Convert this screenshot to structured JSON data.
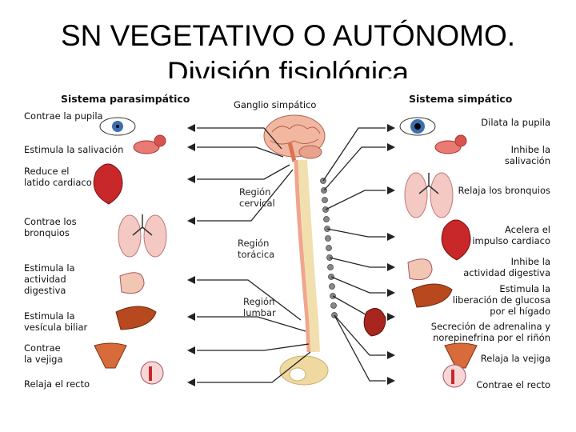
{
  "title": {
    "line1": "SN VEGETATIVO O AUTÓNOMO.",
    "line2": "División fisiológica"
  },
  "headers": {
    "parasympathetic": "Sistema parasimpático",
    "ganglion": "Ganglio simpático",
    "sympathetic": "Sistema simpático"
  },
  "regions": {
    "cervical": "Región\ncervical",
    "thoracic": "Región\ntorácica",
    "lumbar": "Región\nlumbar"
  },
  "parasympathetic_effects": [
    "Contrae la pupila",
    "Estimula la salivación",
    "Reduce el\nlatido cardiaco",
    "Contrae los\nbronquios",
    "Estimula la\nactividad\ndigestiva",
    "Estimula la\nvesícula biliar",
    "Contrae\nla vejiga",
    "Relaja el recto"
  ],
  "sympathetic_effects": [
    "Dilata la pupila",
    "Inhibe la\nsalivación",
    "Relaja los bronquios",
    "Acelera el\nimpulso cardiaco",
    "Inhibe la\nactividad digestiva",
    "Estimula la\nliberación de glucosa\npor el hígado",
    "Secreción de adrenalina y\nnorepinefrina por el riñón",
    "Relaja la vejiga",
    "Contrae el recto"
  ],
  "colors": {
    "brain": "#f2b7a0",
    "spine": "#f0d9a0",
    "organ_red": "#c8282a",
    "lung": "#f4c9c4",
    "liver": "#b8481e",
    "eye_iris": "#3b6fb0",
    "line": "#222222"
  }
}
